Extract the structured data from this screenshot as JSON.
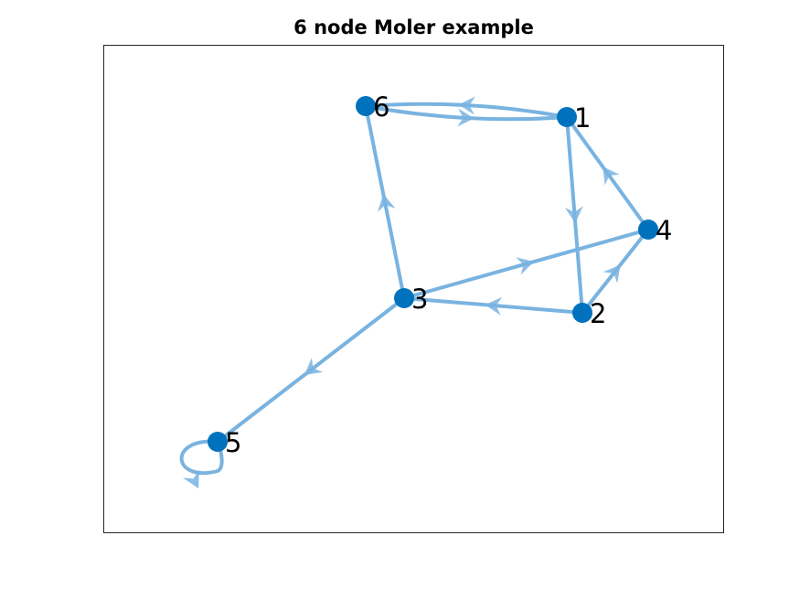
{
  "title": "6 node Moler example",
  "colors": {
    "node": "#0072BD",
    "edge": "#79B3E0",
    "axes_border": "#262626"
  },
  "nodes": [
    {
      "id": "1",
      "label": "1"
    },
    {
      "id": "2",
      "label": "2"
    },
    {
      "id": "3",
      "label": "3"
    },
    {
      "id": "4",
      "label": "4"
    },
    {
      "id": "5",
      "label": "5"
    },
    {
      "id": "6",
      "label": "6"
    }
  ],
  "edges": [
    {
      "from": "1",
      "to": "2"
    },
    {
      "from": "1",
      "to": "6"
    },
    {
      "from": "2",
      "to": "3"
    },
    {
      "from": "2",
      "to": "4"
    },
    {
      "from": "3",
      "to": "4"
    },
    {
      "from": "3",
      "to": "5"
    },
    {
      "from": "3",
      "to": "6"
    },
    {
      "from": "4",
      "to": "1"
    },
    {
      "from": "5",
      "to": "5"
    },
    {
      "from": "6",
      "to": "1"
    }
  ]
}
